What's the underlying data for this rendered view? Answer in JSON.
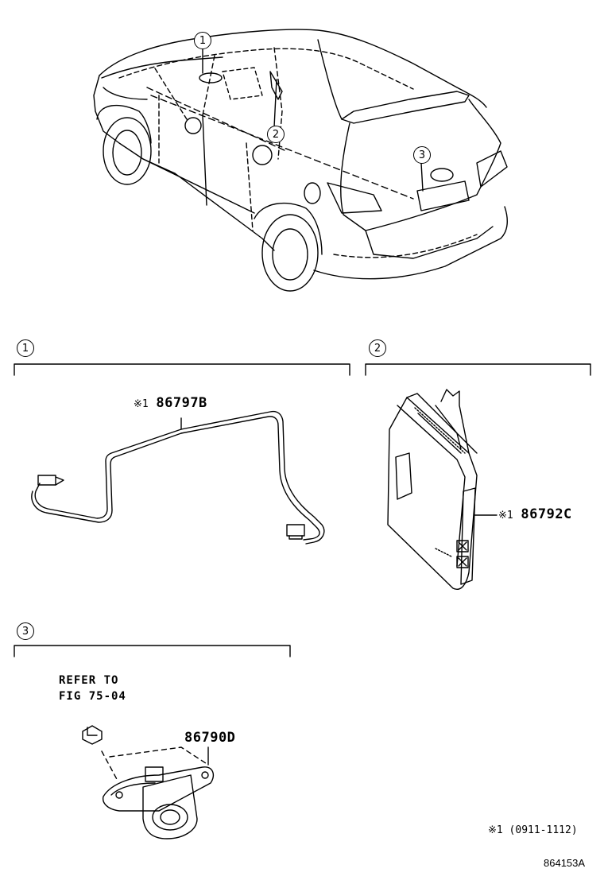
{
  "callouts": {
    "c1": "1",
    "c2": "2",
    "c3": "3"
  },
  "sections": [
    {
      "number": "1",
      "part_number": "86797B",
      "note_mark": "※1"
    },
    {
      "number": "2",
      "part_number": "86792C",
      "note_mark": "※1"
    },
    {
      "number": "3",
      "part_number": "86790D",
      "refer_line1": "REFER TO",
      "refer_line2": "FIG 75-04"
    }
  ],
  "footnote": "※1 (0911-1112)",
  "figure_id": "864153A"
}
